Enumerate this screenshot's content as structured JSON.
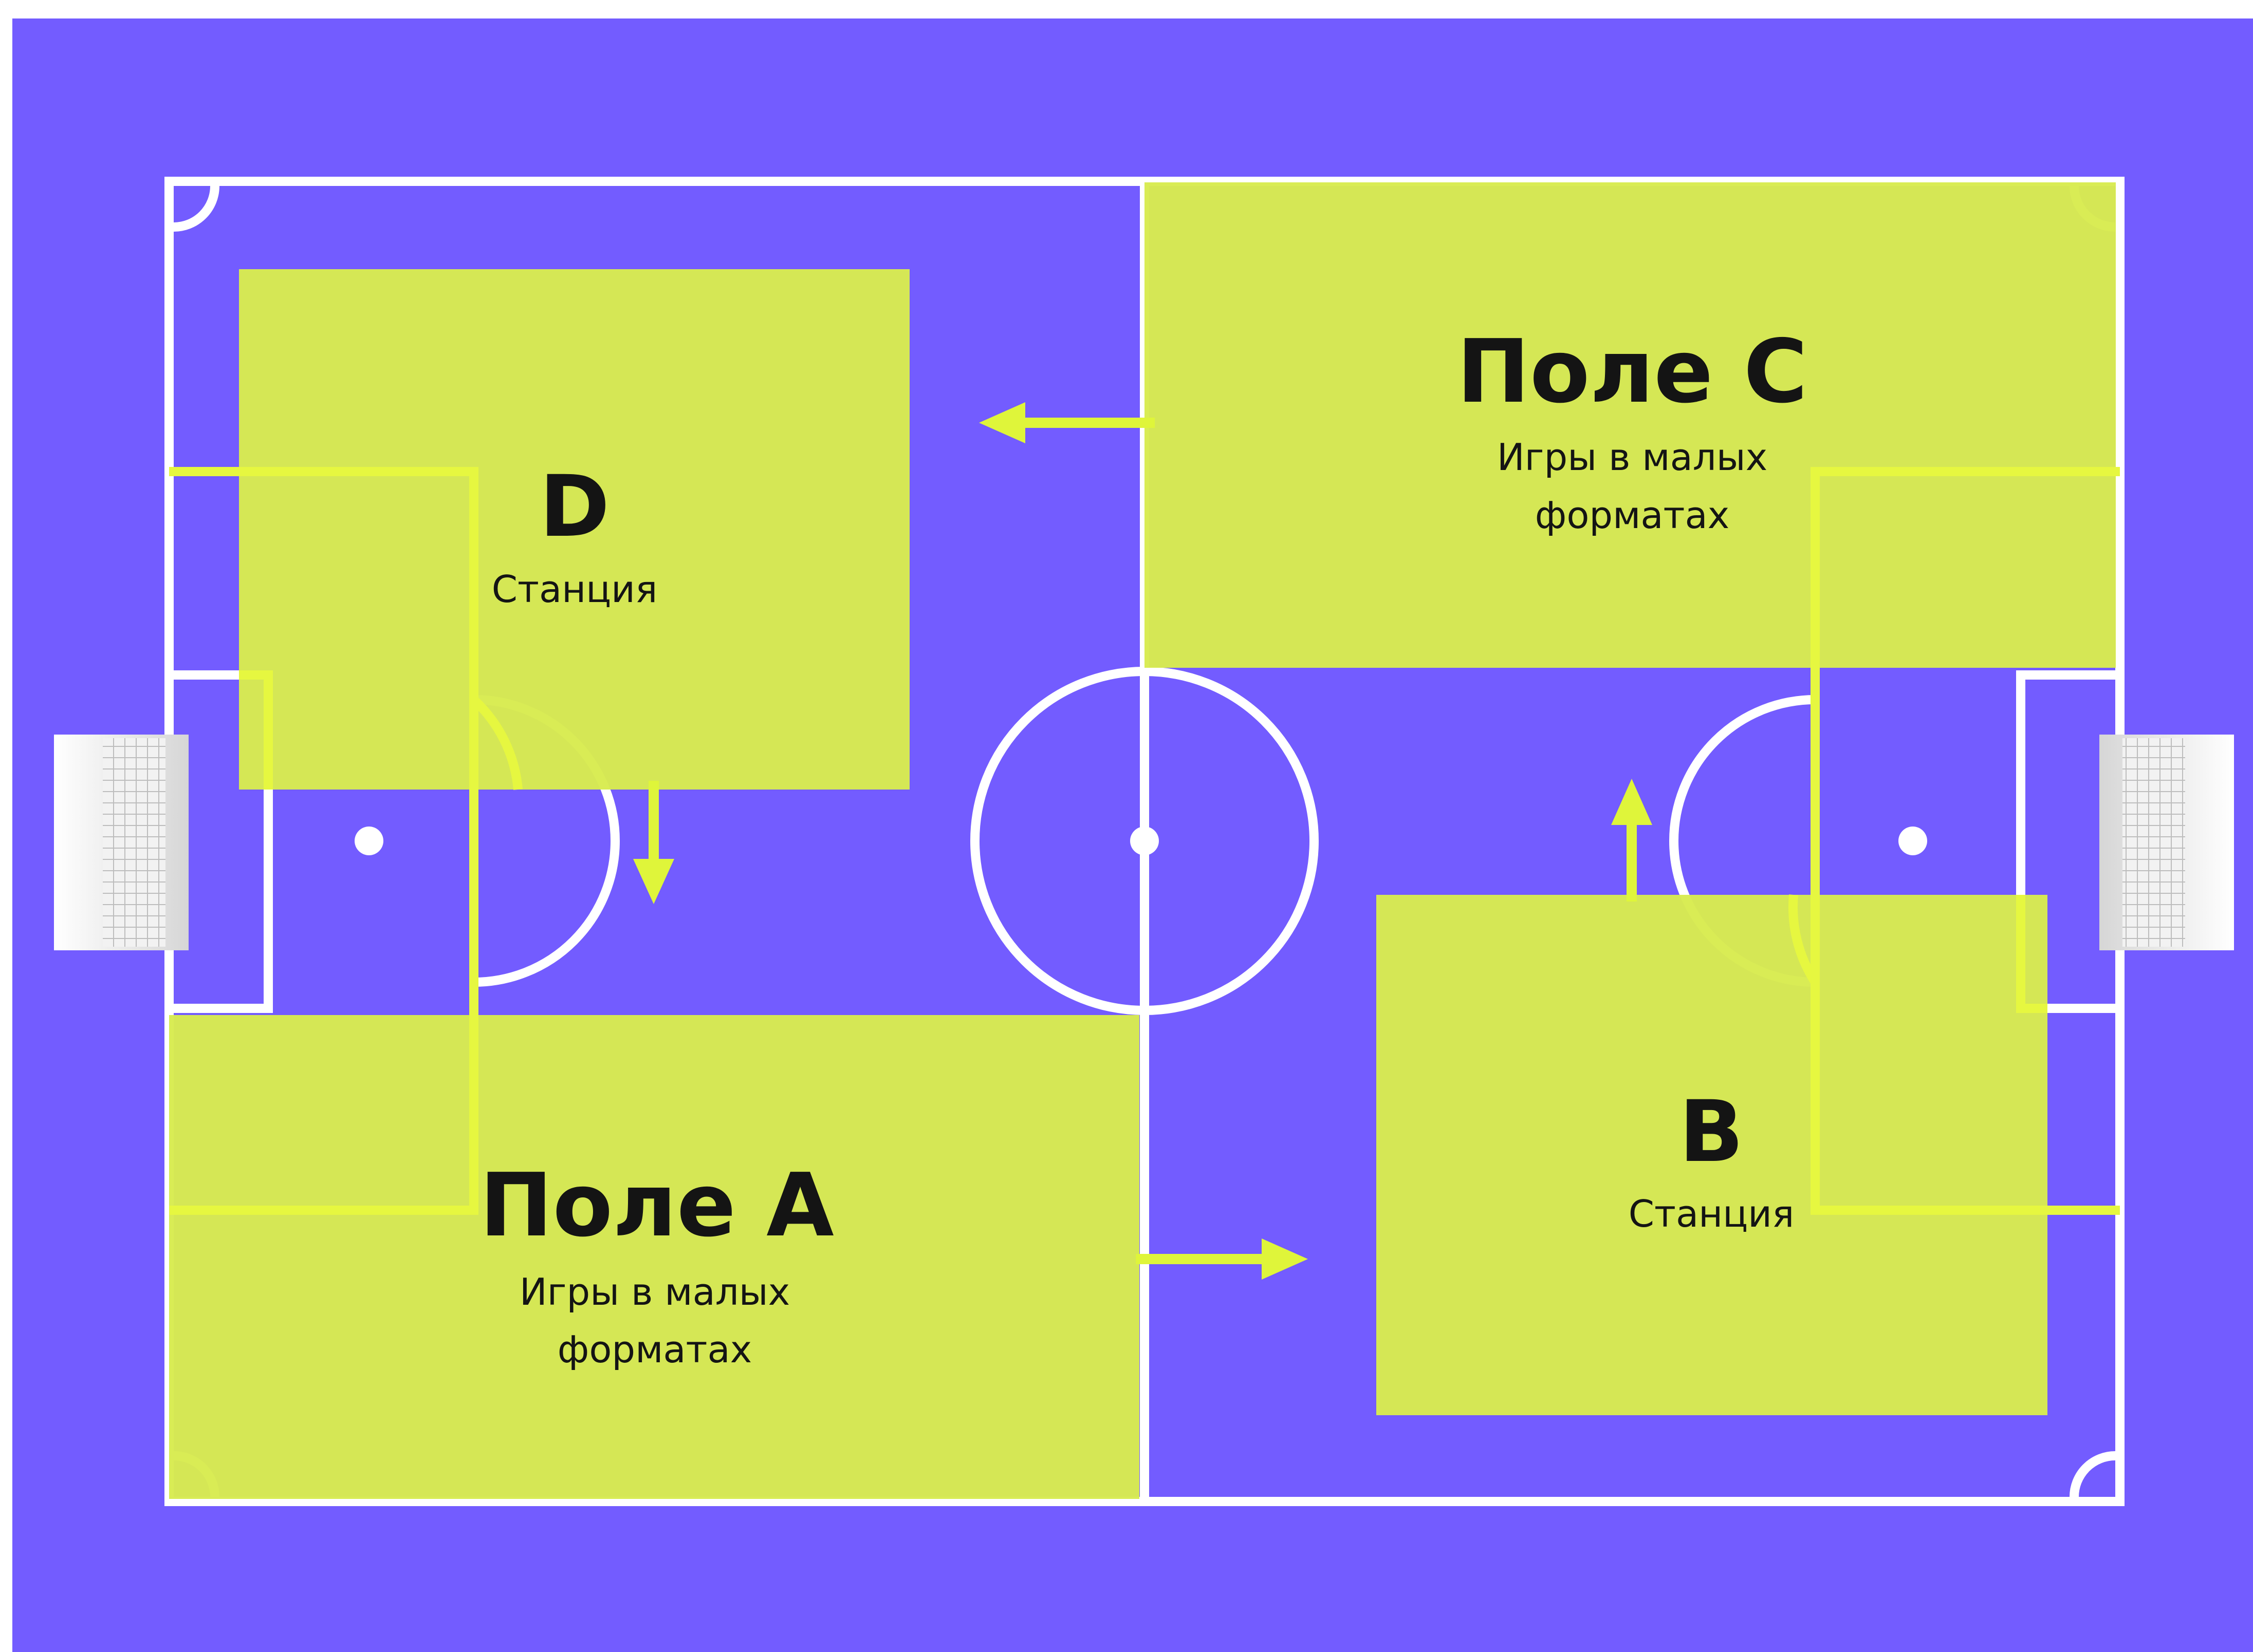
{
  "colors": {
    "background": "#735CFF",
    "line": "#FFFFFF",
    "zone": "#D8EB4F",
    "zone_outline": "#E6F740",
    "arrow": "#DFF53A",
    "text": "#141414",
    "goal_frame": "#E2E2E2",
    "goal_net": "#BDBDBD"
  },
  "zones": {
    "d": {
      "title": "D",
      "subtitle": "Станция"
    },
    "c": {
      "title": "Поле C",
      "subtitle_line1": "Игры в малых",
      "subtitle_line2": "форматах"
    },
    "a": {
      "title": "Поле A",
      "subtitle_line1": "Игры в малых",
      "subtitle_line2": "форматах"
    },
    "b": {
      "title": "B",
      "subtitle": "Станция"
    }
  },
  "arrows": [
    {
      "from": "c",
      "to": "d",
      "direction": "left"
    },
    {
      "from": "d",
      "to": "a",
      "direction": "down"
    },
    {
      "from": "a",
      "to": "b",
      "direction": "right"
    },
    {
      "from": "b",
      "to": "c",
      "direction": "up"
    }
  ],
  "icons": [
    "goal-left-icon",
    "goal-right-icon",
    "arrow-left-icon",
    "arrow-down-icon",
    "arrow-right-icon",
    "arrow-up-icon"
  ]
}
